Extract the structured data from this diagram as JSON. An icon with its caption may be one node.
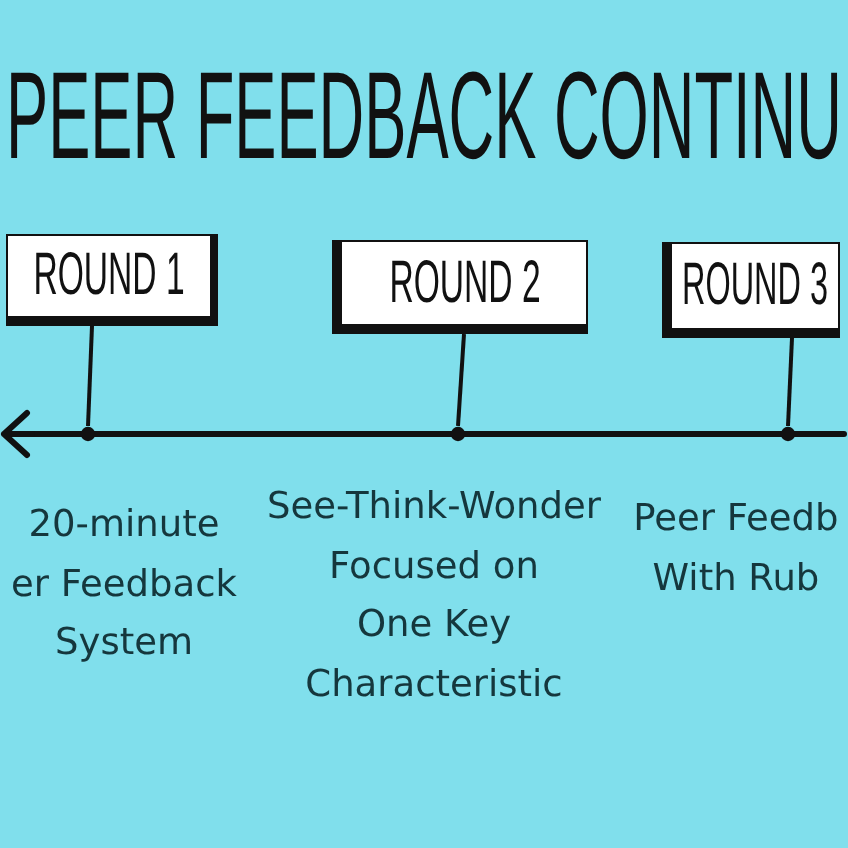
{
  "diagram": {
    "title": "PEER FEEDBACK CONTINU",
    "nodes": [
      {
        "text": [
          "ROUND 1"
        ]
      },
      {
        "text": [
          "ROUND 2"
        ]
      },
      {
        "text": [
          "ROUND 3"
        ]
      },
      {
        "text": [],
        "shape": "line"
      }
    ],
    "edges": [
      {
        "from": 0,
        "to": 3,
        "arrow": "none"
      },
      {
        "from": 1,
        "to": 3,
        "arrow": "none"
      },
      {
        "from": 2,
        "to": 3,
        "arrow": "none"
      }
    ],
    "labels": [
      "20-minute er Feedback System",
      "See-Think-Wonder Focused on One Key Characteristic",
      "Peer Feedb With Rub"
    ]
  }
}
